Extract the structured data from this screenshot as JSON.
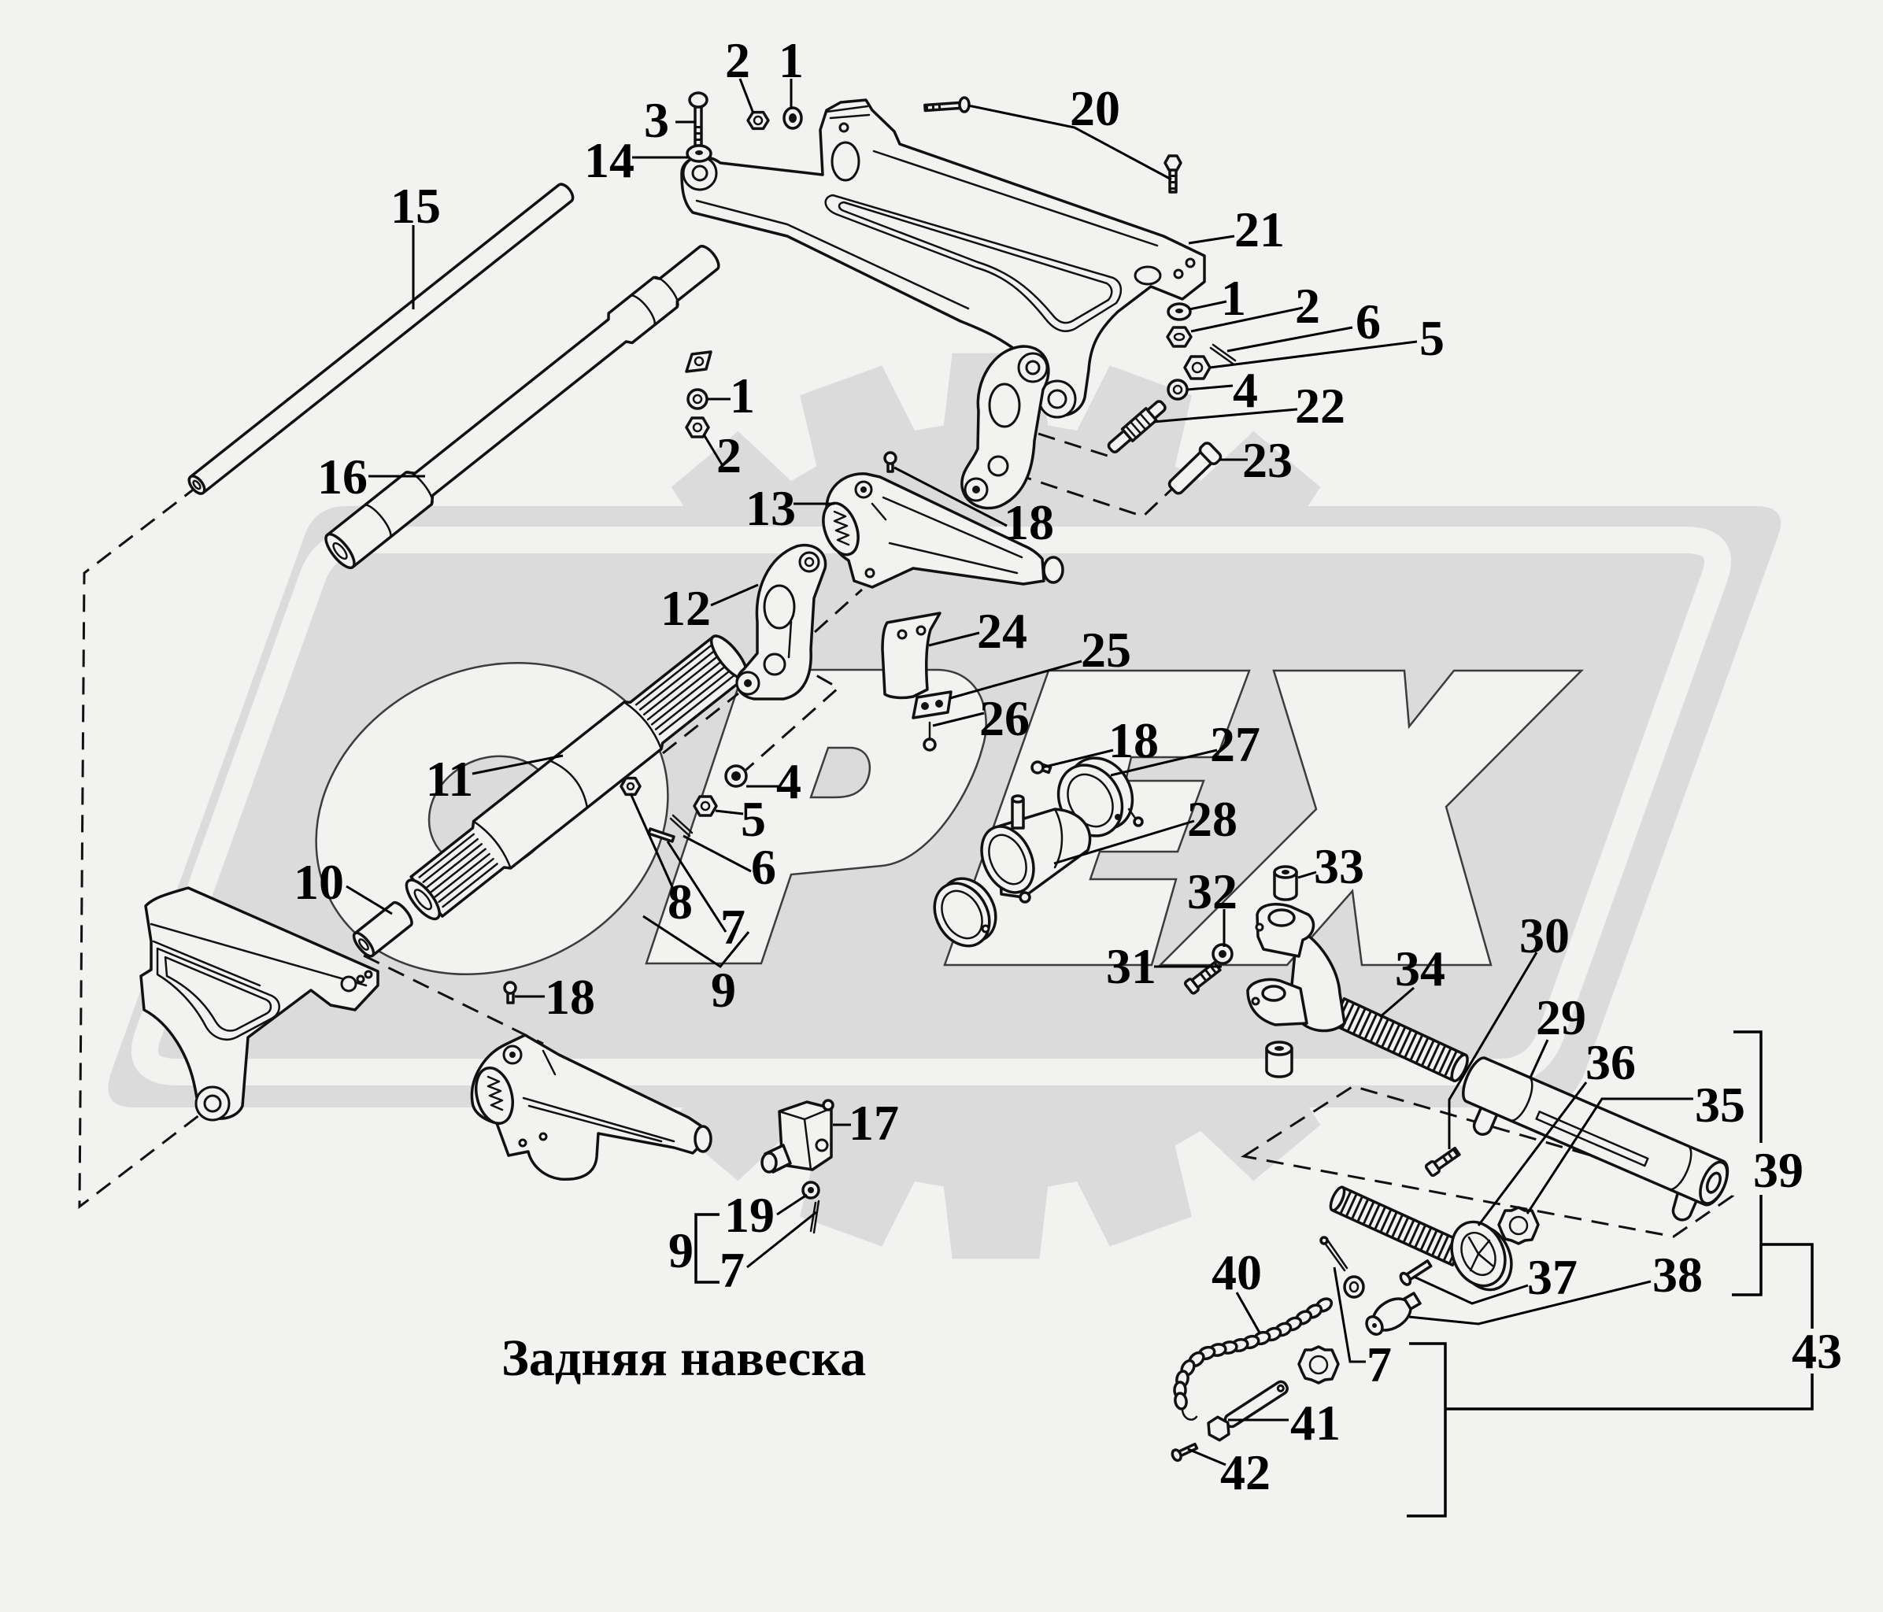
{
  "figure": {
    "caption": "Задняя навеска",
    "watermark_logo_text": "OPEX"
  },
  "callouts": [
    {
      "label": "2"
    },
    {
      "label": "1"
    },
    {
      "label": "3"
    },
    {
      "label": "14"
    },
    {
      "label": "20"
    },
    {
      "label": "15"
    },
    {
      "label": "21"
    },
    {
      "label": "1"
    },
    {
      "label": "2"
    },
    {
      "label": "6"
    },
    {
      "label": "5"
    },
    {
      "label": "4"
    },
    {
      "label": "22"
    },
    {
      "label": "23"
    },
    {
      "label": "1"
    },
    {
      "label": "2"
    },
    {
      "label": "16"
    },
    {
      "label": "13"
    },
    {
      "label": "18"
    },
    {
      "label": "12"
    },
    {
      "label": "24"
    },
    {
      "label": "25"
    },
    {
      "label": "26"
    },
    {
      "label": "11"
    },
    {
      "label": "18"
    },
    {
      "label": "27"
    },
    {
      "label": "4"
    },
    {
      "label": "28"
    },
    {
      "label": "5"
    },
    {
      "label": "6"
    },
    {
      "label": "10"
    },
    {
      "label": "8"
    },
    {
      "label": "7"
    },
    {
      "label": "9"
    },
    {
      "label": "33"
    },
    {
      "label": "32"
    },
    {
      "label": "31"
    },
    {
      "label": "34"
    },
    {
      "label": "30"
    },
    {
      "label": "18"
    },
    {
      "label": "29"
    },
    {
      "label": "36"
    },
    {
      "label": "35"
    },
    {
      "label": "39"
    },
    {
      "label": "17"
    },
    {
      "label": "19"
    },
    {
      "label": "9"
    },
    {
      "label": "7"
    },
    {
      "label": "40"
    },
    {
      "label": "37"
    },
    {
      "label": "38"
    },
    {
      "label": "7"
    },
    {
      "label": "43"
    },
    {
      "label": "41"
    },
    {
      "label": "42"
    }
  ],
  "colors": {
    "background": "#f2f2f0",
    "watermark_gray": "#dbdbdb",
    "line_ink": "#111111",
    "label_ink": "#000000"
  }
}
